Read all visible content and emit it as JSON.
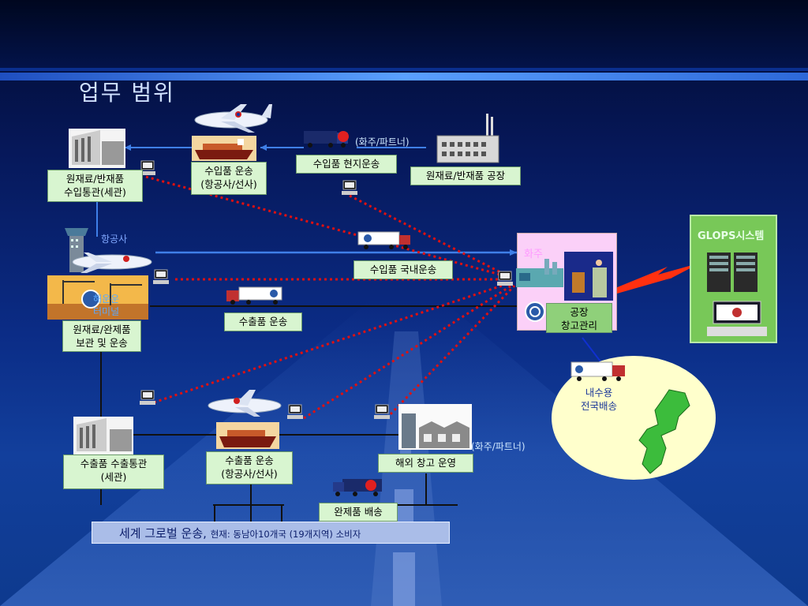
{
  "title": "업무 범위",
  "boxes": {
    "raw_import": "원재료/반재품\n수입통관(세관)",
    "import_transport": "수입품 운송\n(항공사/선사)",
    "local_transport": "수입품 현지운송",
    "raw_factory": "원재료/반재품 공장",
    "domestic_transport": "수입품 국내운송",
    "export_transport_small": "수출품 운송",
    "storage": "원재료/완제품\n보관 및 운송",
    "factory_warehouse": "공장\n창고관리",
    "export_customs": "수출품 수출통관\n(세관)",
    "export_transport": "수출품 운송\n(항공사/선사)",
    "overseas_warehouse": "해외 창고 운영",
    "finished_delivery": "완제품 배송"
  },
  "labels": {
    "shipper_partner_top": "(화주/파트너)",
    "shipper_partner_bottom": "(화주/파트너)",
    "airline": "항공사",
    "terminal": "해운운\n터미널",
    "shipper": "화주",
    "glops": "GLOPS시스템",
    "domestic_delivery": "내수용\n전국배송"
  },
  "banner": {
    "main": "세계 그로벌 운송,",
    "sub": "현재: 동남아10개국 (19개지역) 소비자"
  },
  "colors": {
    "box_bg": "#d8f5d0",
    "box_green": "#8fd07a",
    "dotted_line": "#e01010",
    "flow_line": "#3f7fe8",
    "dark_line": "#111111"
  }
}
